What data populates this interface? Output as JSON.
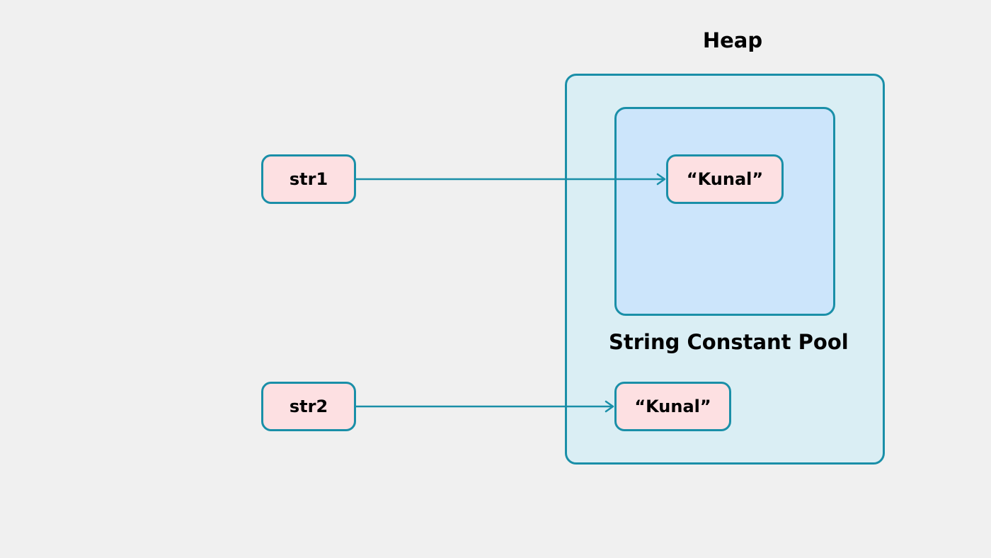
{
  "diagram": {
    "heap_label": "Heap",
    "pool_label": "String Constant Pool",
    "variables": [
      {
        "id": "str1",
        "label": "str1"
      },
      {
        "id": "str2",
        "label": "str2"
      }
    ],
    "objects": [
      {
        "id": "kunal_pool",
        "label": "“Kunal”",
        "location": "String Constant Pool"
      },
      {
        "id": "kunal_heap",
        "label": "“Kunal”",
        "location": "Heap"
      }
    ],
    "edges": [
      {
        "from": "str1",
        "to": "kunal_pool"
      },
      {
        "from": "str2",
        "to": "kunal_heap"
      }
    ],
    "colors": {
      "background": "#f0f0f0",
      "border": "#1a8fa8",
      "heap_fill": "#daeef4",
      "pool_fill": "#cce5fb",
      "node_fill": "#fde0e2"
    }
  }
}
